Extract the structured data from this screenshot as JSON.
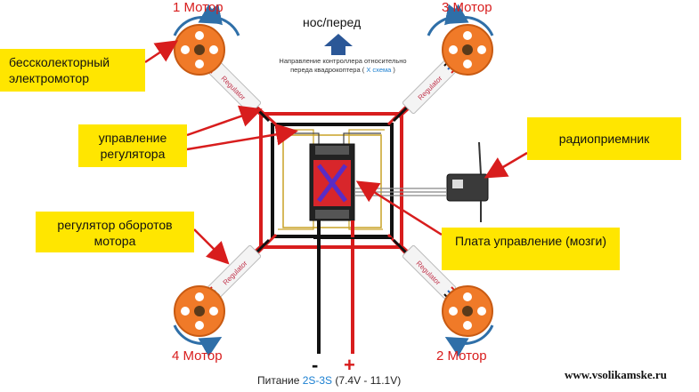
{
  "motors": {
    "m1": "1 Мотор",
    "m2": "2 Мотор",
    "m3": "3 Мотор",
    "m4": "4 Мотор"
  },
  "front": {
    "label": "нос/перед",
    "direction_note_line1": "Направление контроллера относительно",
    "direction_note_line2_prefix": "переда квадрокоптера (",
    "direction_note_scheme": " X схема",
    "direction_note_line2_suffix": " )"
  },
  "callouts": {
    "motor": "бессколекторный электромотор",
    "esc_control": "управление регулятора",
    "esc": "регулятор оборотов мотора",
    "receiver": "радиоприемник",
    "board": "Плата управление (мозги)"
  },
  "esc_module_text": "Regulator",
  "power": {
    "prefix": "Питание ",
    "cells": "2S-3S",
    "voltage": " (7.4V - 11.1V)",
    "minus": "-",
    "plus": "+"
  },
  "watermark": "www.vsolikamske.ru",
  "colors": {
    "callout": "#ffe600",
    "motor_orange": "#f07a28",
    "wire_red": "#d81d1d",
    "wire_black": "#111111",
    "arrow_blue": "#2f6fa8",
    "scheme_blue": "#1a7fd1",
    "front_arrow": "#2b5797"
  }
}
